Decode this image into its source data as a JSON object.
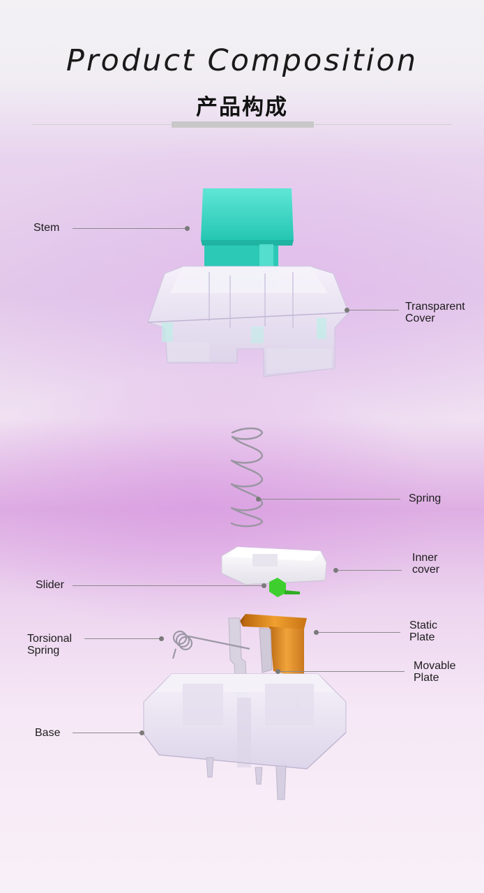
{
  "header": {
    "title_en": "Product Composition",
    "title_zh": "产品构成"
  },
  "labels": {
    "stem": "Stem",
    "transparent_cover": "Transparent\nCover",
    "spring": "Spring",
    "inner_cover": "Inner\ncover",
    "slider": "Slider",
    "static_plate": "Static\nPlate",
    "torsional_spring": "Torsional\nSpring",
    "movable_plate": "Movable\nPlate",
    "base": "Base"
  },
  "colors": {
    "stem": "#2fd3c0",
    "slider_accent": "#3ecf2f",
    "static_plate": "#e08a1a",
    "clear_plastic": "#e9e4f2"
  }
}
